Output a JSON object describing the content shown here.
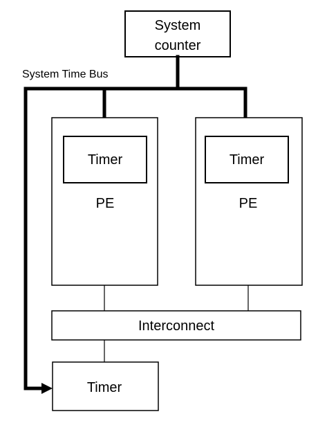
{
  "system_counter": {
    "line1": "System",
    "line2": "counter"
  },
  "bus_label": "System Time Bus",
  "pe_left": {
    "timer_label": "Timer",
    "pe_label": "PE"
  },
  "pe_right": {
    "timer_label": "Timer",
    "pe_label": "PE"
  },
  "interconnect_label": "Interconnect",
  "external_timer_label": "Timer",
  "colors": {
    "stroke": "#000000",
    "background": "#ffffff"
  }
}
